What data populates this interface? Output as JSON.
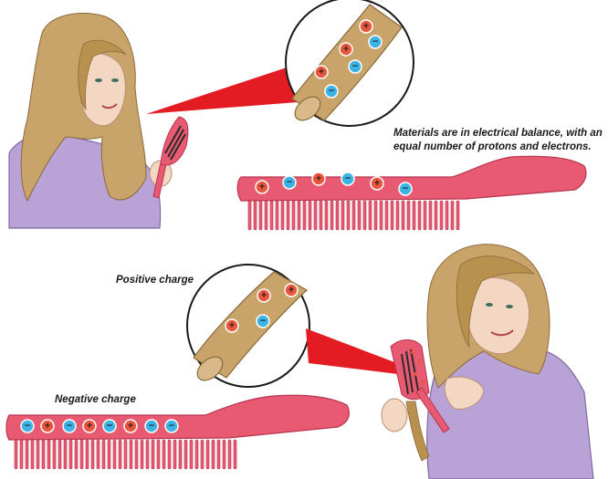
{
  "captions": {
    "balance_line1": "Materials are in electrical balance, with an",
    "balance_line2": "equal number of protons and electrons.",
    "positive": "Positive charge",
    "negative": "Negative charge"
  },
  "symbols": {
    "proton": "+",
    "electron": "−"
  },
  "colors": {
    "proton_fill": "#e9573f",
    "electron_fill": "#3bb4e5",
    "comb_fill": "#e85a72",
    "comb_stroke": "#b8344f",
    "hair_fill": "#c9a46a",
    "hair_stroke": "#8a6a3a",
    "robe_fill": "#b9a2d6",
    "skin_fill": "#f3d7c2",
    "beam_fill": "#e31c23"
  },
  "scenes": {
    "neutral": {
      "zoom_hair_charges": [
        "proton",
        "electron",
        "proton",
        "electron",
        "proton",
        "electron"
      ],
      "comb_charges": [
        "proton",
        "electron",
        "proton",
        "electron",
        "proton",
        "electron"
      ]
    },
    "charged": {
      "zoom_hair_charges": [
        "proton",
        "proton",
        "proton",
        "electron"
      ],
      "comb_charges": [
        "electron",
        "proton",
        "electron",
        "proton",
        "electron",
        "proton",
        "electron",
        "electron"
      ]
    }
  }
}
